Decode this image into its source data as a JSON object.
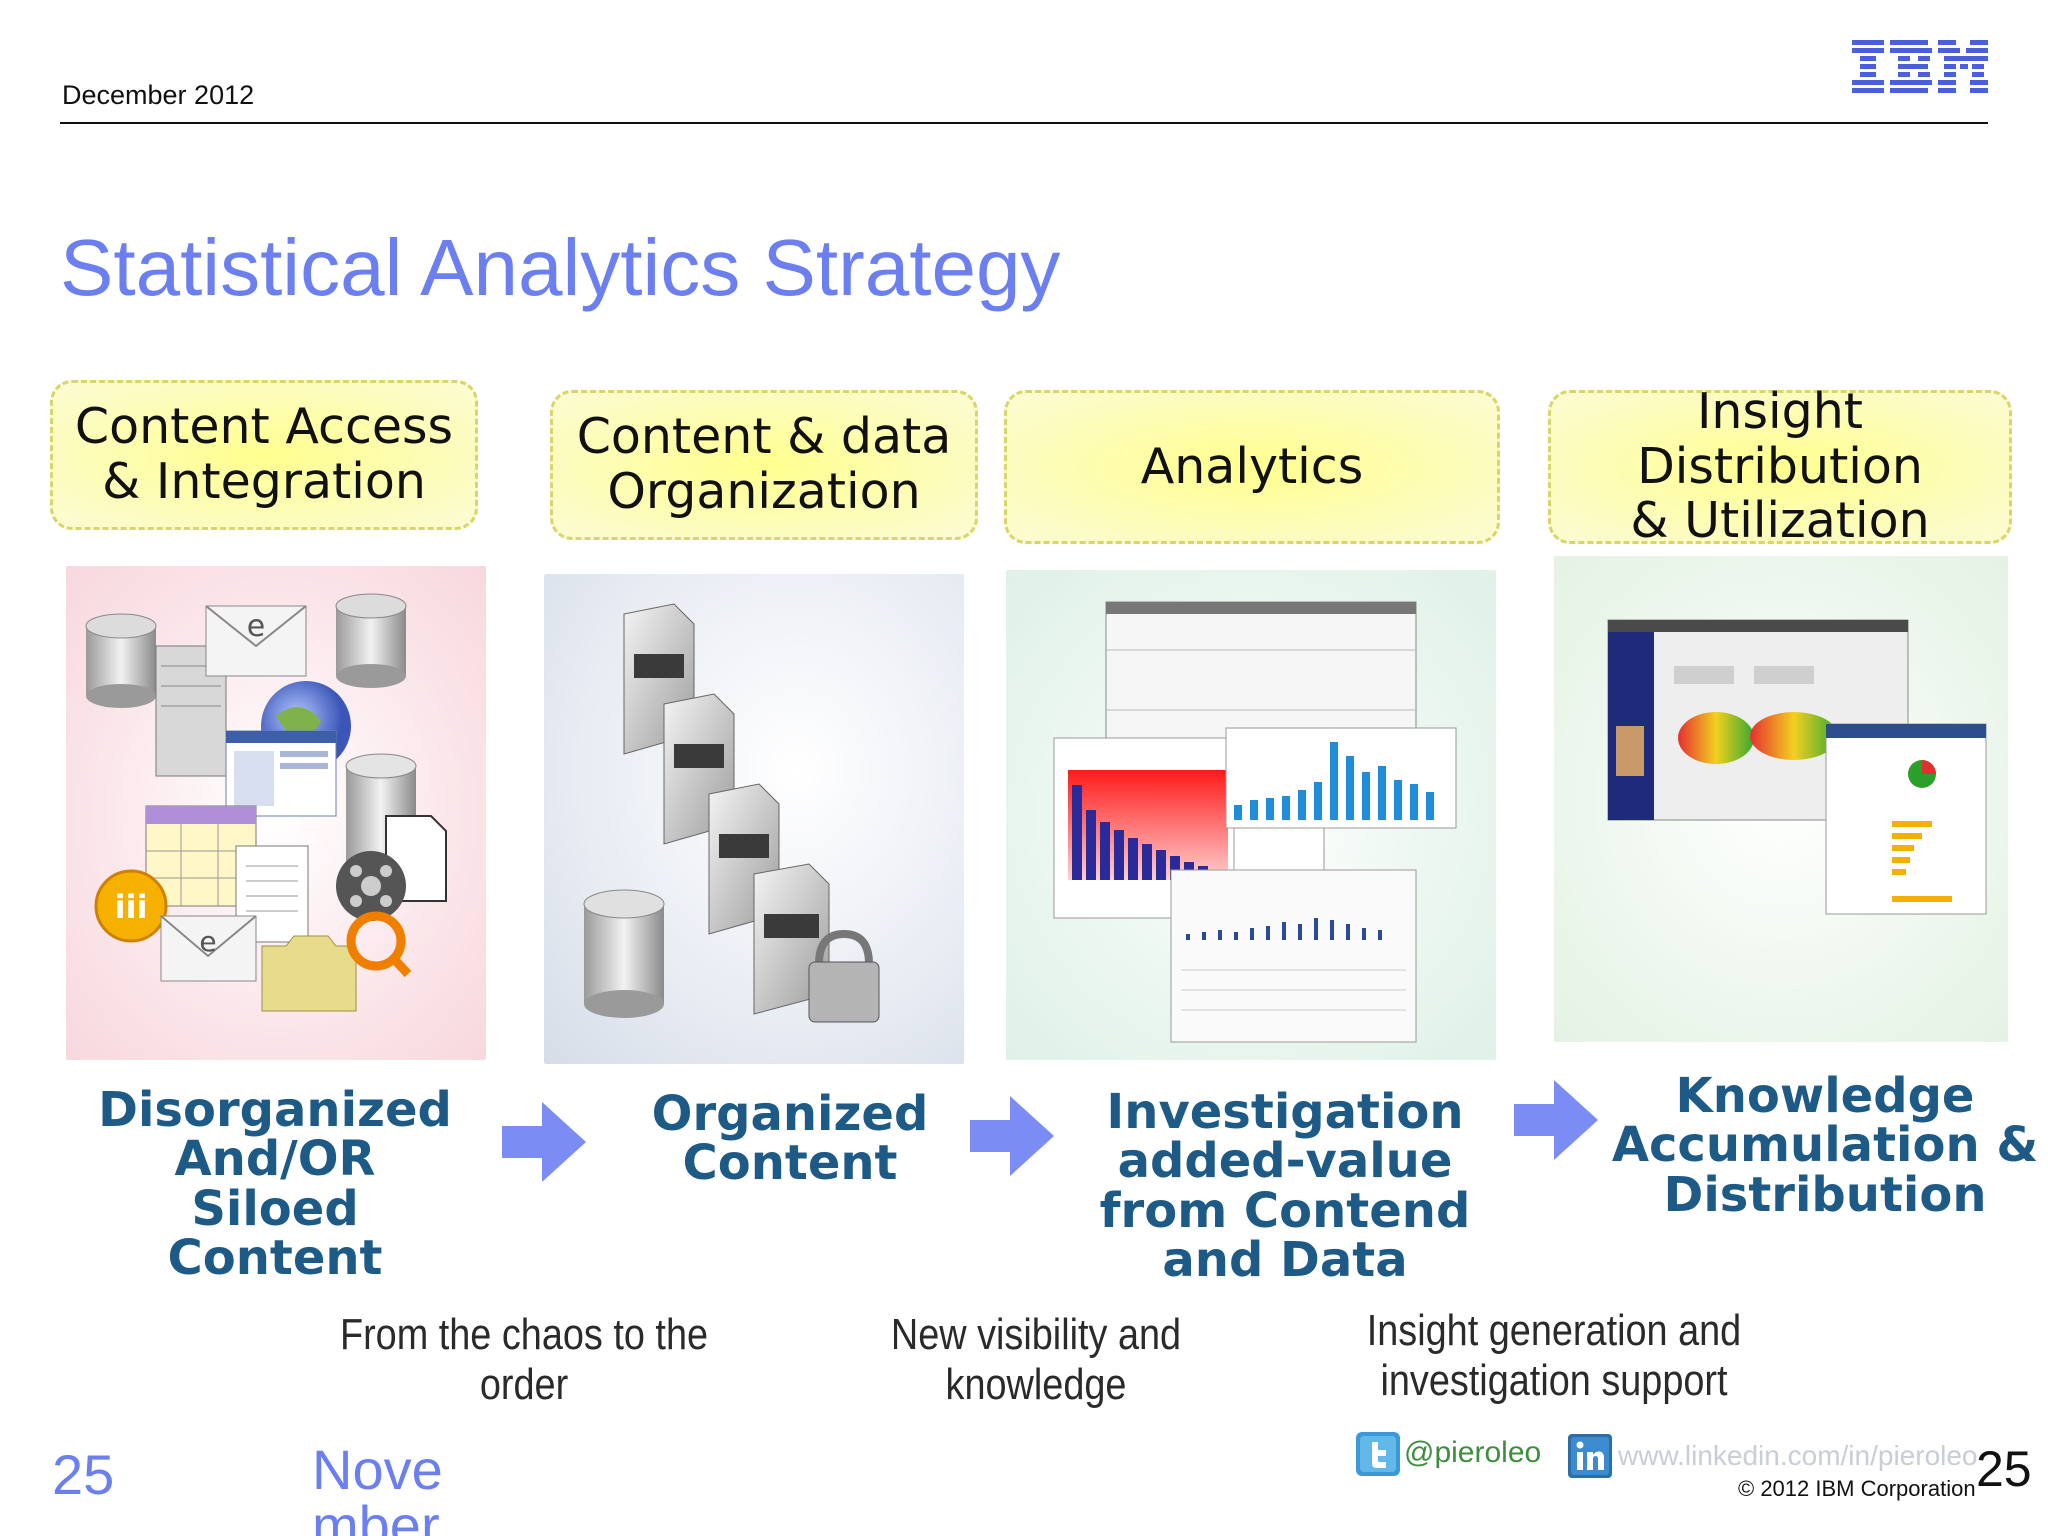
{
  "header": {
    "date": "December  2012",
    "logo_text": "IBM"
  },
  "title": "Statistical Analytics Strategy",
  "stages": [
    {
      "label_line1": "Content Access",
      "label_line2": "& Integration",
      "outcome_line1": "Disorganized",
      "outcome_line2": "And/OR Siloed",
      "outcome_line3": "Content",
      "outcome_line4": ""
    },
    {
      "label_line1": "Content & data",
      "label_line2": "Organization",
      "outcome_line1": "Organized",
      "outcome_line2": "Content",
      "outcome_line3": "",
      "outcome_line4": ""
    },
    {
      "label_line1": "Analytics",
      "label_line2": "",
      "outcome_line1": "Investigation",
      "outcome_line2": "added-value",
      "outcome_line3": "from Contend",
      "outcome_line4": "and Data"
    },
    {
      "label_line1": "Insight Distribution",
      "label_line2": "& Utilization",
      "outcome_line1": "Knowledge",
      "outcome_line2": "Accumulation &",
      "outcome_line3": "Distribution",
      "outcome_line4": ""
    }
  ],
  "transitions": [
    {
      "line1": "From the chaos to the",
      "line2": "order"
    },
    {
      "line1": "New visibility and",
      "line2": "knowledge"
    },
    {
      "line1": "Insight generation and",
      "line2": "investigation support"
    }
  ],
  "footer": {
    "page_left": "25",
    "date_fragment": "Nove",
    "date_fragment2": "mber",
    "twitter_handle": "@pieroleo",
    "linkedin_url": "www.linkedin.com/in/pieroleo",
    "copyright": "© 2012 IBM Corporation",
    "page_right": "25"
  },
  "icons": {
    "twitter": "twitter-icon",
    "linkedin": "linkedin-icon",
    "logo": "ibm-logo",
    "arrow": "right-arrow-icon"
  },
  "colors": {
    "title": "#6b7ff0",
    "outcome": "#1e5a86",
    "arrow": "#7b8cf5",
    "stage_box": "#ffff8e"
  }
}
